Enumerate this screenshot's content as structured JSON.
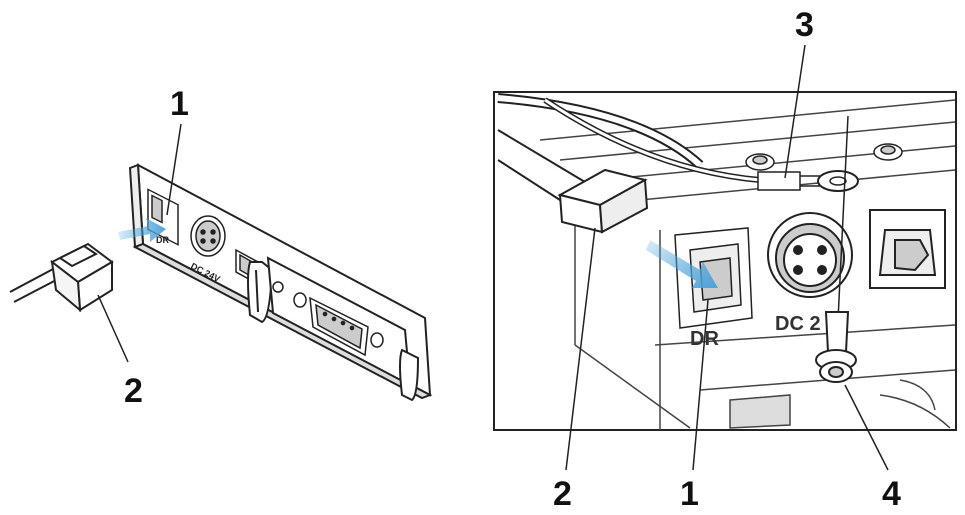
{
  "left_panel": {
    "callouts": {
      "one": "1",
      "two": "2"
    },
    "port_labels": {
      "dr": "DR",
      "dc": "DC 24V"
    }
  },
  "right_panel": {
    "callouts": {
      "one": "1",
      "two": "2",
      "three": "3",
      "four": "4"
    },
    "port_labels": {
      "dr": "DR",
      "dc": "DC 2"
    }
  },
  "colors": {
    "arrow": "#4da3d9",
    "line": "#222222"
  }
}
